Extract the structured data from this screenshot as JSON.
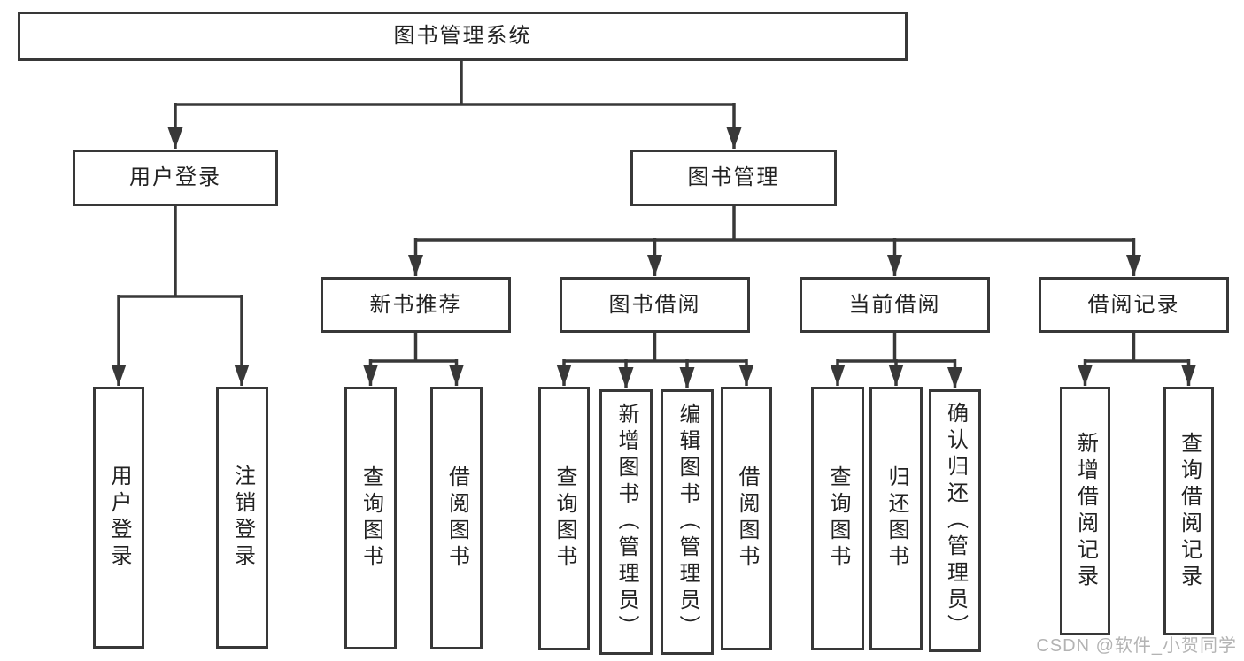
{
  "tree": {
    "root": {
      "label": "图书管理系统"
    },
    "branches": [
      {
        "label": "用户登录",
        "children": [
          {
            "label": "用户登录"
          },
          {
            "label": "注销登录"
          }
        ]
      },
      {
        "label": "图书管理",
        "children": [
          {
            "label": "新书推荐",
            "children": [
              {
                "label": "查询图书"
              },
              {
                "label": "借阅图书"
              }
            ]
          },
          {
            "label": "图书借阅",
            "children": [
              {
                "label": "查询图书"
              },
              {
                "label": "新增图书（管理员）"
              },
              {
                "label": "编辑图书（管理员）"
              },
              {
                "label": "借阅图书"
              }
            ]
          },
          {
            "label": "当前借阅",
            "children": [
              {
                "label": "查询图书"
              },
              {
                "label": "归还图书"
              },
              {
                "label": "确认归还（管理员）"
              }
            ]
          },
          {
            "label": "借阅记录",
            "children": [
              {
                "label": "新增借阅记录"
              },
              {
                "label": "查询借阅记录"
              }
            ]
          }
        ]
      }
    ]
  },
  "watermark": {
    "text": "CSDN @软件_小贺同学"
  },
  "colors": {
    "line": "#383838",
    "box_border": "#383838",
    "text": "#222222",
    "watermark": "#b3b3b3",
    "background": "#ffffff"
  }
}
